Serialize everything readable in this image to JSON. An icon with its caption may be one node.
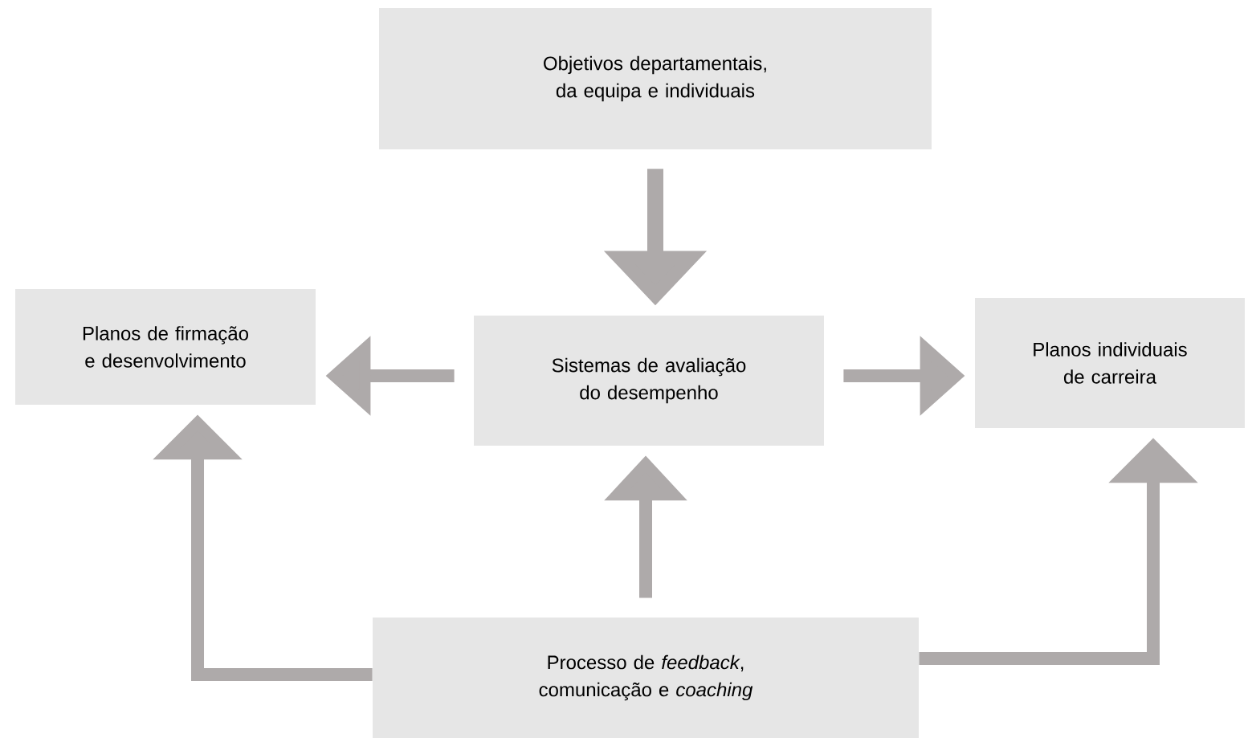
{
  "diagram": {
    "nodes": [
      {
        "text": [
          "Objetivos departamentais, da equipa e individuais"
        ]
      },
      {
        "text": [
          "Planos de firmação e desenvolvimento"
        ]
      },
      {
        "text": [
          "Sistemas de avaliação do desempenho"
        ]
      },
      {
        "text": [
          "Planos individuais de carreira"
        ]
      },
      {
        "text": [
          "Processo de *feedback*, comunicação e *coaching*"
        ]
      }
    ],
    "edges": [
      {
        "from": 0,
        "to": 2,
        "arrow": "to"
      },
      {
        "from": 2,
        "to": 1,
        "arrow": "to"
      },
      {
        "from": 2,
        "to": 3,
        "arrow": "to"
      },
      {
        "from": 4,
        "to": 1,
        "arrow": "to"
      },
      {
        "from": 4,
        "to": 2,
        "arrow": "to"
      },
      {
        "from": 4,
        "to": 3,
        "arrow": "to"
      }
    ]
  }
}
